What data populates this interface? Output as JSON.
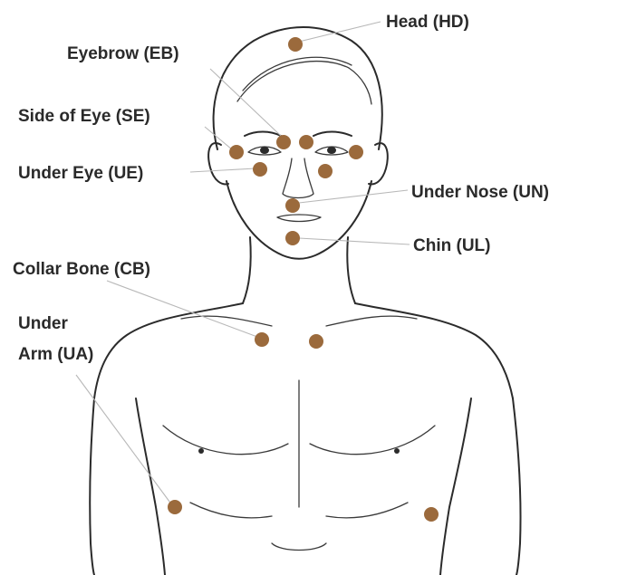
{
  "colors": {
    "point": "#9b6a3c",
    "outline": "#2b2b2b",
    "leader": "#b8b8b8",
    "text": "#2a2a2a"
  },
  "labels": {
    "head": "Head (HD)",
    "eyebrow": "Eyebrow (EB)",
    "side_of_eye": "Side of Eye (SE)",
    "under_eye": "Under Eye (UE)",
    "under_nose": "Under Nose (UN)",
    "chin": "Chin (UL)",
    "collar_bone": "Collar Bone (CB)",
    "under_arm_line1": "Under",
    "under_arm_line2": "Arm (UA)"
  }
}
